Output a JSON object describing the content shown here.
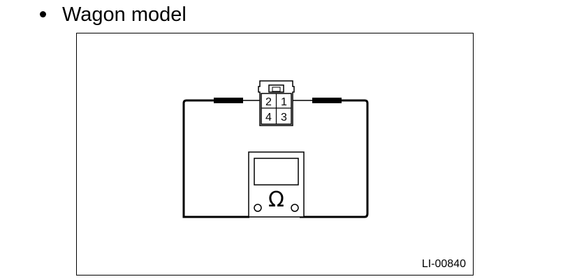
{
  "heading": {
    "bullet": "•",
    "title": "Wagon model"
  },
  "figure": {
    "code": "LI-00840",
    "connector": {
      "pins": [
        "2",
        "1",
        "4",
        "3"
      ]
    },
    "meter": {
      "symbol": "Ω"
    }
  }
}
